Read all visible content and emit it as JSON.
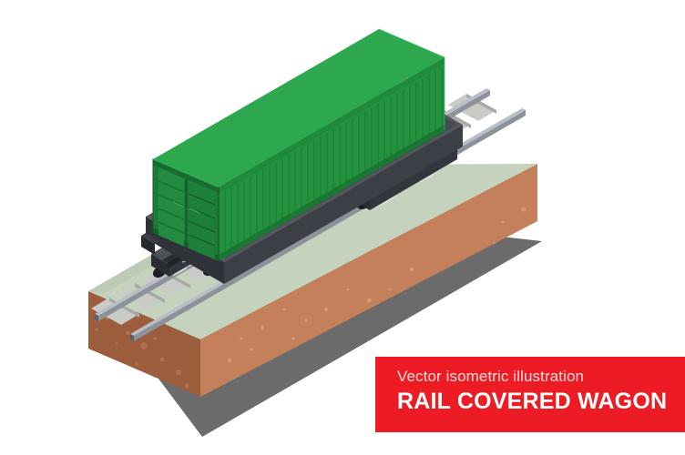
{
  "caption": {
    "subtitle": "Vector isometric illustration",
    "title": "RAIL COVERED WAGON",
    "banner_color": "#ed1c24",
    "subtitle_color": "#fbdcdc",
    "title_color": "#ffffff"
  },
  "illustration": {
    "subject": "rail covered wagon",
    "style": "isometric",
    "background_color": "#ffffff",
    "shadow_color": "#6b6b6b",
    "container": {
      "label": "green shipping container",
      "top_color": "#2da84f",
      "right_corrugated_color": "#23923f",
      "left_door_color": "#1d7a37",
      "edge_color": "#176b2e",
      "corrugation_count": 34,
      "door_panel_count": 2,
      "door_rib_count": 5
    },
    "wagon": {
      "label": "flat wagon chassis",
      "body_color": "#3c3f45",
      "body_dark_color": "#2a2d32",
      "deck_color": "#4c5057",
      "bogie_color": "#32353b",
      "wheel_color": "#1c1e22",
      "wheel_count": 8,
      "spring_color": "#d8dbd6"
    },
    "track": {
      "label": "railway track",
      "rail_color": "#8d9199",
      "rail_top_color": "#b9bec6",
      "rail_dark_color": "#5c6069",
      "sleeper_color": "#c9ccc6",
      "sleeper_shadow_color": "#a8aba4",
      "sleeper_count": 17,
      "rail_count": 2
    },
    "ground": {
      "label": "ballast and soil cross-section",
      "ballast_top_color": "#c5d2bd",
      "ballast_edge_color": "#b4c2ab",
      "soil_left_color": "#9b5d3c",
      "soil_right_color": "#c4805a",
      "soil_speck_left_color": "#b0714c",
      "soil_speck_right_color": "#d8996f"
    }
  }
}
